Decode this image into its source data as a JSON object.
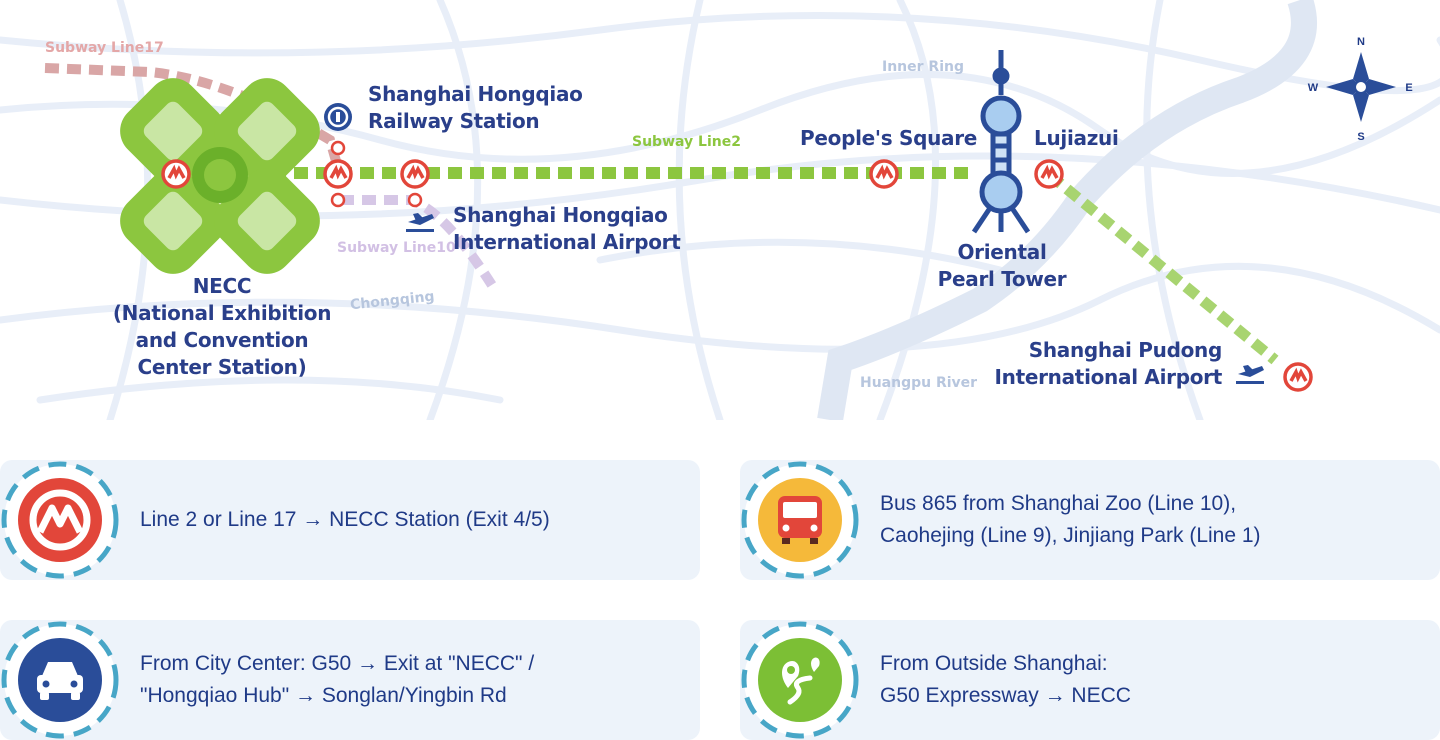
{
  "map": {
    "stations": {
      "necc": [
        "NECC",
        "(National Exhibition",
        "and Convention",
        "Center Station)"
      ],
      "railway": [
        "Shanghai Hongqiao",
        "Railway Station"
      ],
      "hongqiao_airport": [
        "Shanghai Hongqiao",
        "International Airport"
      ],
      "peoples_square": "People's Square",
      "lujiazui": "Lujiazui",
      "pearl_tower": [
        "Oriental",
        "Pearl Tower"
      ],
      "pudong_airport": [
        "Shanghai Pudong",
        "International Airport"
      ]
    },
    "lines": {
      "line17": "Subway Line17",
      "line2": "Subway Line2",
      "line10": "Subway Line10"
    },
    "background_labels": {
      "inner_ring": "Inner Ring",
      "chongqing": "Chongqing",
      "huangpu_river": "Huangpu River"
    },
    "compass": {
      "n": "N",
      "s": "S",
      "e": "E",
      "w": "W"
    },
    "colors": {
      "line2": "#8cc63f",
      "line17": "#d9a6a6",
      "line10": "#c9b3dd",
      "metro": "#e2463a",
      "label": "#2a3f8a"
    }
  },
  "cards": [
    {
      "icon": "metro-icon",
      "color": "#e2463a",
      "lines": [
        "Line 2 or Line 17 → NECC Station (Exit 4/5)"
      ]
    },
    {
      "icon": "bus-icon",
      "color": "#f5b93a",
      "lines": [
        "Bus 865 from Shanghai Zoo (Line 10),",
        "Caohejing (Line 9), Jinjiang Park (Line 1)"
      ]
    },
    {
      "icon": "car-icon",
      "color": "#2a4d99",
      "lines": [
        "From City Center: G50 → Exit at \"NECC\" /",
        "\"Hongqiao Hub\" → Songlan/Yingbin Rd"
      ]
    },
    {
      "icon": "map-pin-icon",
      "color": "#7cbf35",
      "lines": [
        "From Outside Shanghai:",
        "G50 Expressway → NECC"
      ]
    }
  ]
}
